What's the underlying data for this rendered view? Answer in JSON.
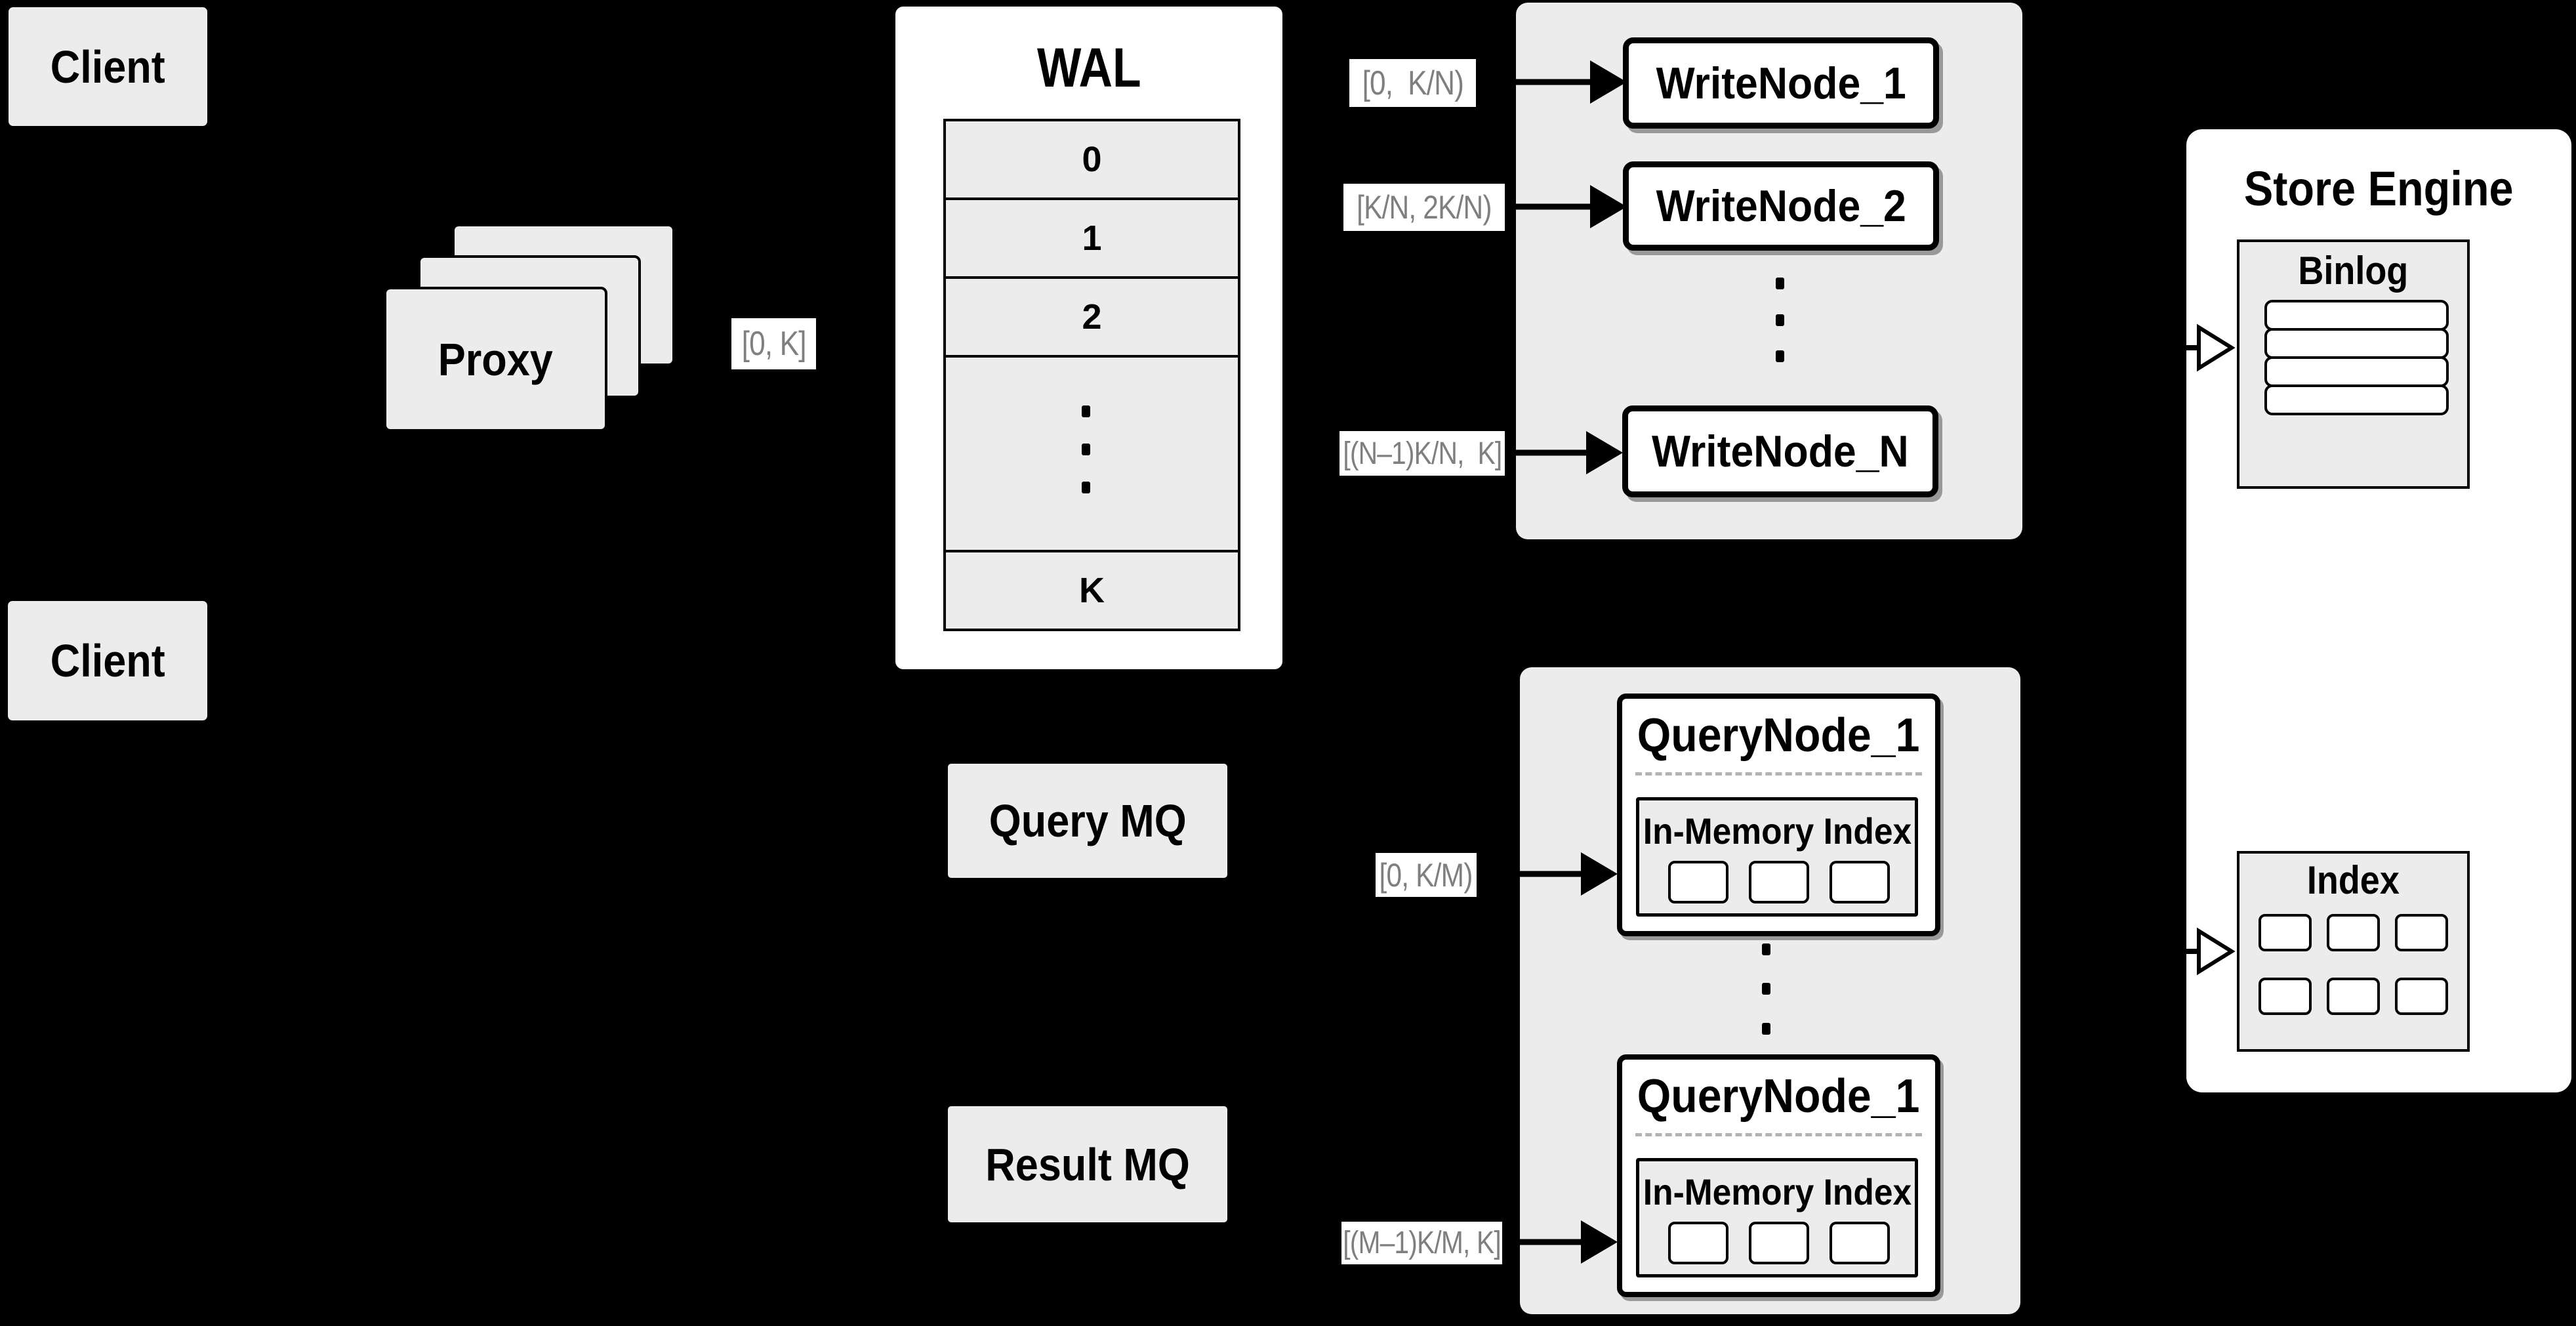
{
  "colors": {
    "background": "#000000",
    "box_fill": "#ececec",
    "white": "#ffffff",
    "border": "#000000",
    "range_label_text": "#7f7f7f",
    "dashed_separator": "#b3b3b3"
  },
  "clients": {
    "top_label": "Client",
    "bottom_label": "Client"
  },
  "proxy": {
    "label": "Proxy"
  },
  "edge_labels": {
    "proxy_to_wal": "[0, K]",
    "wal_to_write_1": "[0,  K/N)",
    "wal_to_write_2": "[K/N, 2K/N)",
    "wal_to_write_n": "[(N–1)K/N,  K]",
    "mq_to_query_node_1": "[0, K/M)",
    "mq_to_query_node_m": "[(M–1)K/M, K]"
  },
  "wal": {
    "title": "WAL",
    "rows": [
      "0",
      "1",
      "2"
    ],
    "last_row": "K"
  },
  "write_nodes": {
    "node_1": "WriteNode_1",
    "node_2": "WriteNode_2",
    "node_n": "WriteNode_N"
  },
  "store_engine": {
    "title": "Store Engine",
    "binlog_title": "Binlog",
    "index_title": "Index"
  },
  "mq": {
    "query_label": "Query MQ",
    "result_label": "Result MQ"
  },
  "query_nodes": {
    "node_1_title": "QueryNode_1",
    "node_2_title": "QueryNode_1",
    "inner_title": "In-Memory Index"
  }
}
